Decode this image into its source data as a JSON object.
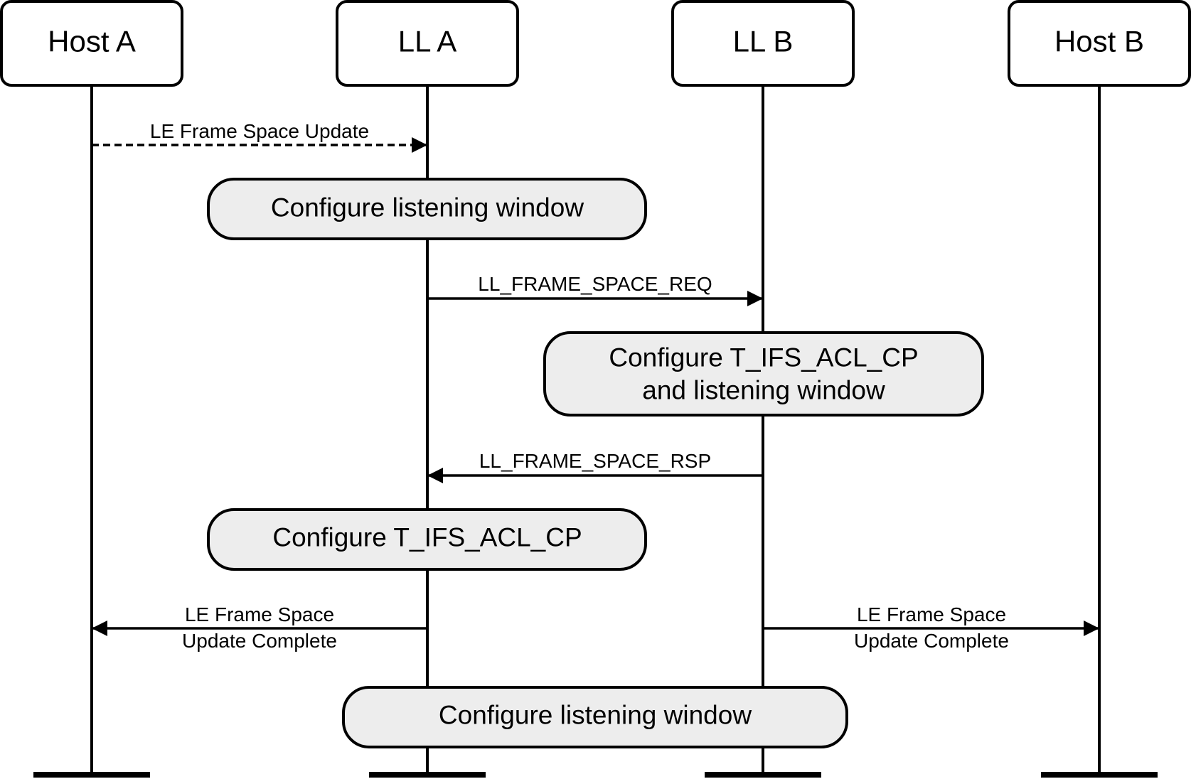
{
  "participants": [
    {
      "id": "host_a",
      "label": "Host A"
    },
    {
      "id": "ll_a",
      "label": "LL A"
    },
    {
      "id": "ll_b",
      "label": "LL B"
    },
    {
      "id": "host_b",
      "label": "Host B"
    }
  ],
  "messages": [
    {
      "from": "host_a",
      "to": "ll_a",
      "label_lines": [
        "LE Frame Space Update"
      ],
      "style": "dashed"
    },
    {
      "from": "ll_a",
      "to": "ll_b",
      "label_lines": [
        "LL_FRAME_SPACE_REQ"
      ],
      "style": "solid"
    },
    {
      "from": "ll_b",
      "to": "ll_a",
      "label_lines": [
        "LL_FRAME_SPACE_RSP"
      ],
      "style": "solid"
    },
    {
      "from": "ll_a",
      "to": "host_a",
      "label_lines": [
        "LE Frame Space",
        "Update Complete"
      ],
      "style": "solid"
    },
    {
      "from": "ll_b",
      "to": "host_b",
      "label_lines": [
        "LE Frame Space",
        "Update Complete"
      ],
      "style": "solid"
    }
  ],
  "actions": [
    {
      "label_lines": [
        "Configure listening window"
      ]
    },
    {
      "label_lines": [
        "Configure T_IFS_ACL_CP",
        "and listening window"
      ]
    },
    {
      "label_lines": [
        "Configure T_IFS_ACL_CP"
      ]
    },
    {
      "label_lines": [
        "Configure listening window"
      ]
    }
  ]
}
